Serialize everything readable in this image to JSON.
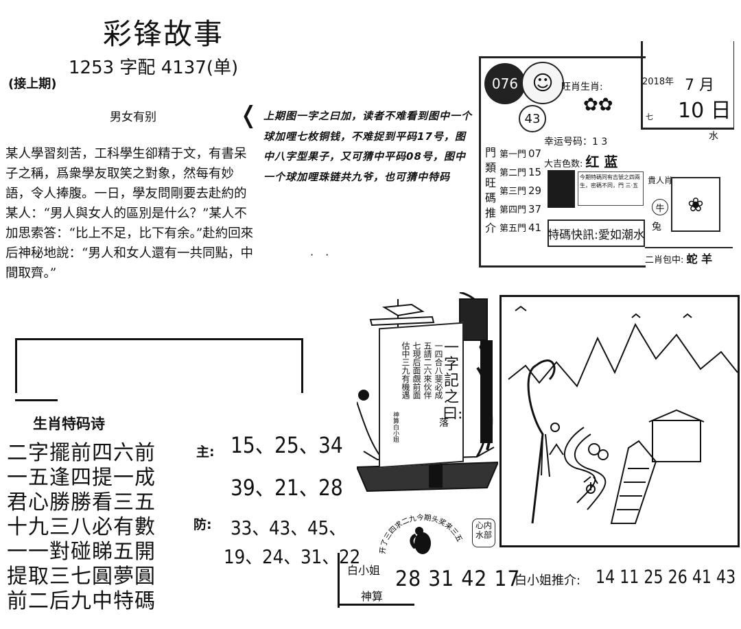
{
  "header": {
    "title": "彩锋故事",
    "issue": "1253 字配 4137(单)",
    "continued": "(接上期)"
  },
  "story": {
    "subtitle": "男女有别",
    "body": "某人學習刻苦，工科學生卻精于文，有書呆子之稱，爲衆學友取笑之對象，然每有妙語，令人捧腹。一日，學友問剛要去赴約的某人：“男人與女人的區別是什么？”某人不加思索答：“比上不足，比下有余。”赴約回來后神秘地說：“男人和女人還有一共同點，中間取齊。”"
  },
  "explanation": {
    "text": "上期图一字之曰加，读者不难看到图中一个球加哩七枚铜钱，不难捉到平码17号，图中八字型果子，又可猜中平码08号，图中一个球加哩珠链共九爷，也可猜中特码"
  },
  "infobox": {
    "number": "076",
    "small_number": "43",
    "zodiac_label": "旺肖生肖:",
    "lucky_number": "幸运号码：1 3",
    "color_label": "大吉色数:",
    "color_value": "红 蓝",
    "side_label": "門類旺碼推介",
    "doors": [
      {
        "label": "第一門",
        "num": "07"
      },
      {
        "label": "第二門",
        "num": "15"
      },
      {
        "label": "第三門",
        "num": "29"
      },
      {
        "label": "第四門",
        "num": "37"
      },
      {
        "label": "第五門",
        "num": "41"
      }
    ],
    "note": "今期特碼同有吉號之四兩生，密碼不同，門 三·五",
    "special": "特碼快訊:愛如潮水",
    "year": "2018年",
    "month": "7 月",
    "day": "10 日",
    "weekday": "七",
    "element": "水",
    "noble": "貴人肖",
    "ox": "牛",
    "rabbit": "兔",
    "lower_label": "二肖包中:",
    "lower_value": "蛇 羊"
  },
  "poem": {
    "title": "生肖特码诗",
    "lines": [
      "二字擺前四六前",
      "一五逢四提一成",
      "君心勝勝看三五",
      "十九三八必有數",
      "一一對碰睇五開",
      "提取三七圓夢圓",
      "前二后九中特碼"
    ]
  },
  "codes": {
    "main_label": "主:",
    "main_line1": "15、25、34",
    "main_line2": "39、21、28",
    "defense_label": "防:",
    "defense_line1": "33、43、45、",
    "defense_line2": "19、24、31、22"
  },
  "ship": {
    "title": "一字記之曰:",
    "lines": [
      "一四合八斐必成",
      "五請二六來伙伴",
      "七現后面覷前面",
      "估中三九有機遇"
    ],
    "end": "落",
    "signature": "神算白小姐",
    "seal": "开了三四求二九今期头奖来三五",
    "stamp": "心内水部"
  },
  "footer": {
    "name": "白小姐",
    "sub": "神算",
    "numbers": "28 31 42 17",
    "rec_label": "白小姐推介:",
    "rec_numbers": "14 11 25 26 41 43"
  }
}
